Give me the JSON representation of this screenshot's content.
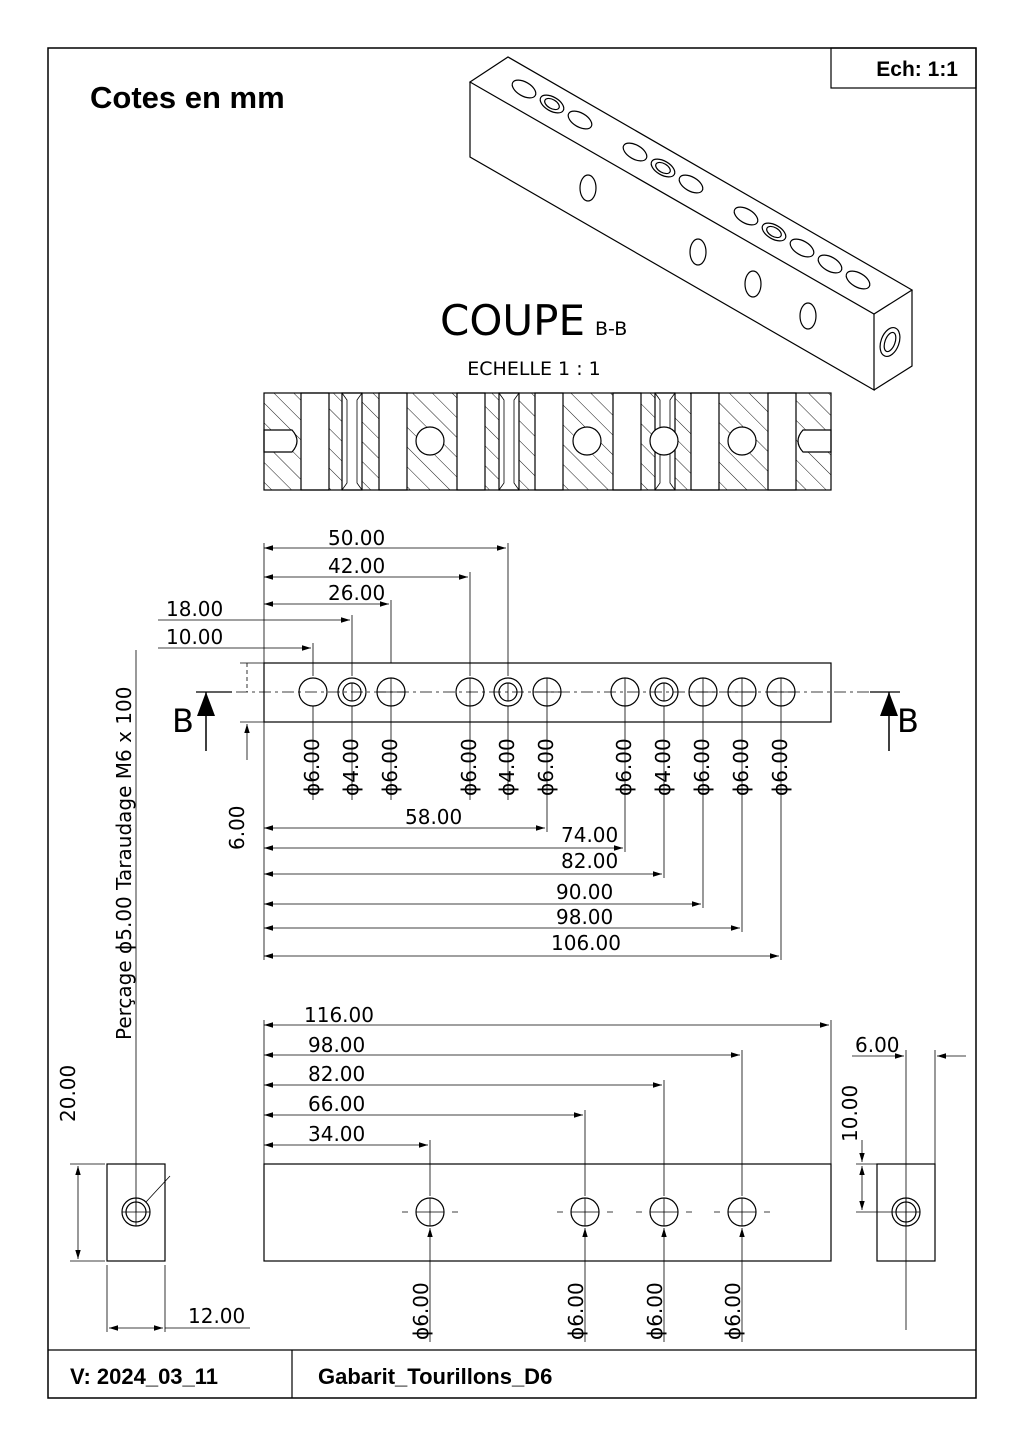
{
  "header": {
    "units_note": "Cotes en mm",
    "scale_box": "Ech: 1:1"
  },
  "section": {
    "title": "COUPE",
    "title_suffix": "B-B",
    "scale": "ECHELLE  1 : 1",
    "cut_label": "B"
  },
  "top_view": {
    "dims_left_up": [
      "50.00",
      "42.00",
      "26.00",
      "18.00",
      "10.00"
    ],
    "hole_labels": [
      "ϕ6.00",
      "ϕ4.00",
      "ϕ6.00",
      "ϕ6.00",
      "ϕ4.00",
      "ϕ6.00",
      "ϕ6.00",
      "ϕ4.00",
      "ϕ6.00",
      "ϕ6.00",
      "ϕ6.00"
    ],
    "dims_below": [
      "58.00",
      "74.00",
      "82.00",
      "90.00",
      "98.00",
      "106.00"
    ],
    "offset_dim": "6.00"
  },
  "left_note": "Perçage  ϕ5.00  Taraudage M6 x 100",
  "front_view": {
    "dims_above": [
      "116.00",
      "98.00",
      "82.00",
      "66.00",
      "34.00"
    ],
    "hole_labels": [
      "ϕ6.00",
      "ϕ6.00",
      "ϕ6.00",
      "ϕ6.00"
    ]
  },
  "end_view_left": {
    "height": "20.00",
    "width": "12.00"
  },
  "end_view_right": {
    "width": "6.00",
    "height": "10.00"
  },
  "footer": {
    "version": "V: 2024_03_11",
    "part_name": "Gabarit_Tourillons_D6"
  }
}
